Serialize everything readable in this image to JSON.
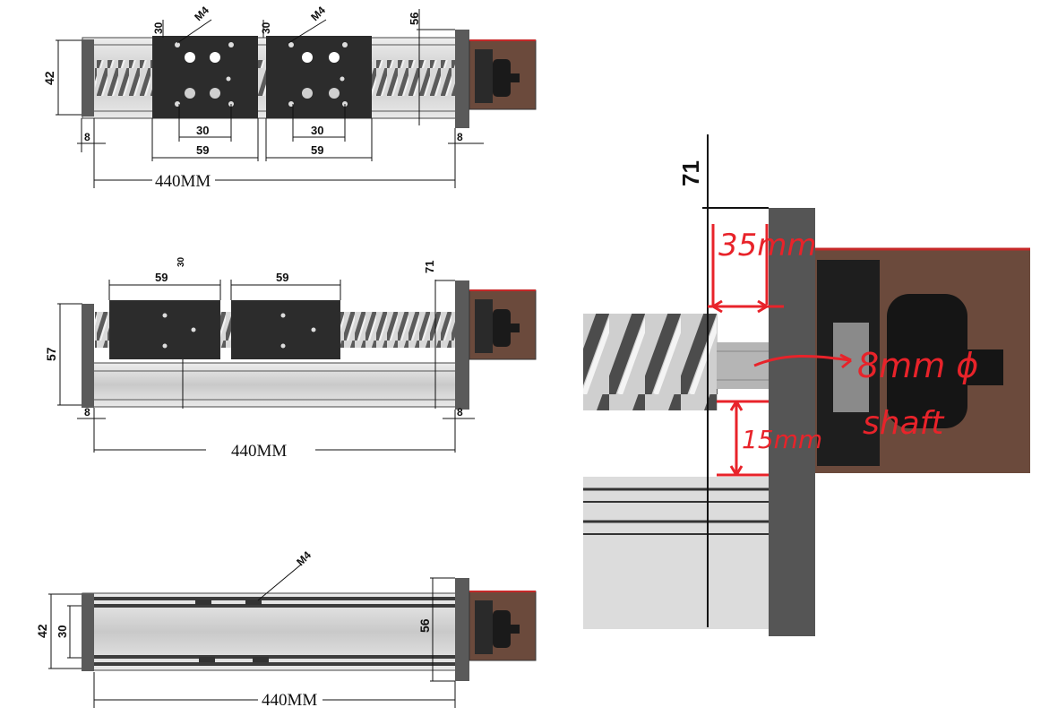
{
  "top_view": {
    "width_dim": "42",
    "carriage_length": [
      "59",
      "59"
    ],
    "hole_spacing": [
      "30",
      "30"
    ],
    "top_dims": [
      "30",
      "30"
    ],
    "thread_labels": [
      "M4",
      "M4"
    ],
    "motor_height_dim": "56",
    "end_plate_left": "8",
    "end_plate_right": "8",
    "overall_length": "440MM"
  },
  "side_view": {
    "height_dim": "57",
    "carriage_length": [
      "59",
      "59"
    ],
    "top_small": "30",
    "motor_dim": "71",
    "end_plate_left": "8",
    "end_plate_right": "8",
    "overall_length": "440MM"
  },
  "bottom_view": {
    "width_dim": "42",
    "inner_dim": "30",
    "thread_label": "M4",
    "motor_height_dim": "56",
    "overall_length": "440MM"
  },
  "detail": {
    "top_dim": "71",
    "notes": {
      "flange": "35mm",
      "shaft_diam": "8mm ϕ",
      "shaft_word": "shaft",
      "shaft_len": "15mm"
    },
    "colors": {
      "annotation": "#e8232a",
      "motor_case": "#6b4a3c"
    }
  }
}
